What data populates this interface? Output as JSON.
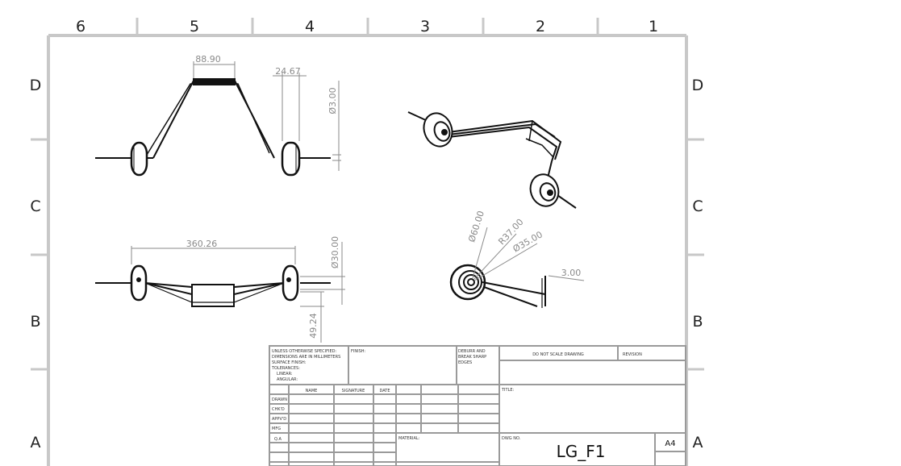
{
  "drawing": {
    "zones_top": [
      "6",
      "5",
      "4",
      "3",
      "2",
      "1"
    ],
    "zones_side": [
      "D",
      "C",
      "B",
      "A"
    ],
    "dimensions": {
      "top_width": "88.90",
      "wheel_width": "24.67",
      "axle_dia": "Ø3.00",
      "track": "360.26",
      "wheel_hub_dia": "Ø30.00",
      "height": "49.24",
      "wheel_dia": "Ø60.00",
      "r37": "R37.00",
      "dia35": "Ø35.00",
      "thickness": "3.00"
    }
  },
  "title_block": {
    "unless": "UNLESS OTHERWISE SPECIFIED:",
    "dims_mm": "DIMENSIONS ARE IN MILLIMETERS",
    "surface": "SURFACE FINISH:",
    "tolerances": "TOLERANCES:",
    "linear": "LINEAR:",
    "angular": "ANGULAR:",
    "finish": "FINISH:",
    "deburr1": "DEBURR AND",
    "deburr2": "BREAK SHARP",
    "deburr3": "EDGES",
    "do_not_scale": "DO NOT SCALE DRAWING",
    "revision": "REVISION",
    "name": "NAME",
    "signature": "SIGNATURE",
    "date": "DATE",
    "title": "TITLE:",
    "drawn": "DRAWN",
    "chkd": "CHK'D",
    "appvd": "APPV'D",
    "mfg": "MFG",
    "qa": "Q.A",
    "material": "MATERIAL:",
    "dwg_no": "DWG NO.",
    "dwg_value": "LG_F1",
    "size": "A4"
  }
}
